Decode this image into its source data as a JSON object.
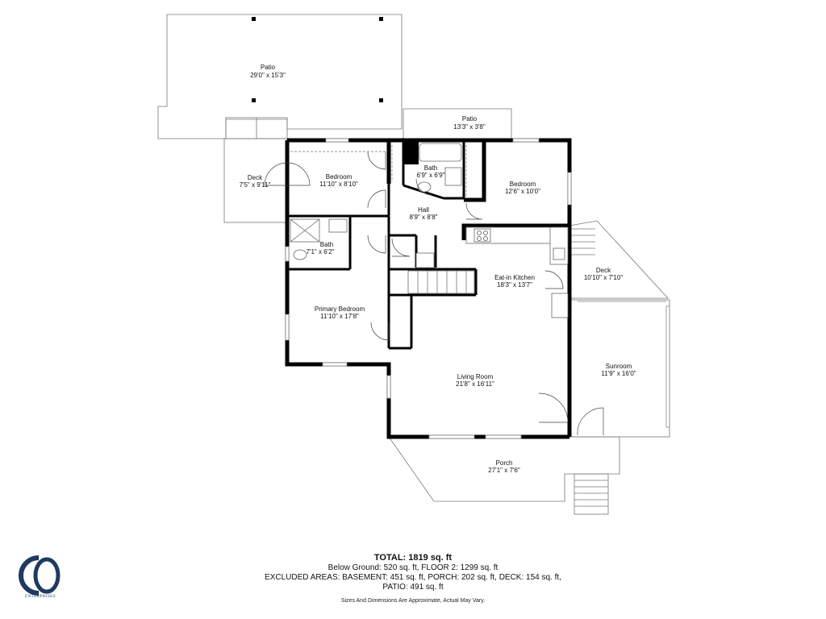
{
  "rooms": [
    {
      "key": "patio_top",
      "name": "Patio",
      "dim": "29'0\" x 15'3\""
    },
    {
      "key": "patio_small",
      "name": "Patio",
      "dim": "13'3\" x 3'8\""
    },
    {
      "key": "deck_left",
      "name": "Deck",
      "dim": "7'5\" x 9'11\""
    },
    {
      "key": "bedroom_nw",
      "name": "Bedroom",
      "dim": "11'10\" x 8'10\""
    },
    {
      "key": "bath_center",
      "name": "Bath",
      "dim": "6'9\" x 6'9\""
    },
    {
      "key": "bedroom_ne",
      "name": "Bedroom",
      "dim": "12'6\" x 10'0\""
    },
    {
      "key": "hall",
      "name": "Hall",
      "dim": "8'9\" x 8'8\""
    },
    {
      "key": "bath_west",
      "name": "Bath",
      "dim": "7'1\" x 6'2\""
    },
    {
      "key": "deck_right",
      "name": "Deck",
      "dim": "10'10\" x 7'10\""
    },
    {
      "key": "kitchen",
      "name": "Eat-in Kitchen",
      "dim": "18'3\" x 13'7\""
    },
    {
      "key": "primary_bedroom",
      "name": "Primary Bedroom",
      "dim": "11'10\" x 17'8\""
    },
    {
      "key": "living_room",
      "name": "Living Room",
      "dim": "21'8\" x 16'11\""
    },
    {
      "key": "sunroom",
      "name": "Sunroom",
      "dim": "11'9\" x 16'0\""
    },
    {
      "key": "porch",
      "name": "Porch",
      "dim": "27'1\" x 7'6\""
    }
  ],
  "summary": {
    "total": "TOTAL: 1819 sq. ft",
    "line1": "Below Ground: 520 sq. ft, FLOOR 2: 1299 sq. ft",
    "line2": "EXCLUDED AREAS: BASEMENT: 451 sq. ft, PORCH: 202 sq. ft, DECK: 154 sq. ft,",
    "line3": "PATIO: 491 sq. ft",
    "disclaimer": "Sizes And Dimensions Are Approximate, Actual May Vary."
  },
  "logo": {
    "text": "ENTERPRISES",
    "color": "#1f3a5f"
  }
}
